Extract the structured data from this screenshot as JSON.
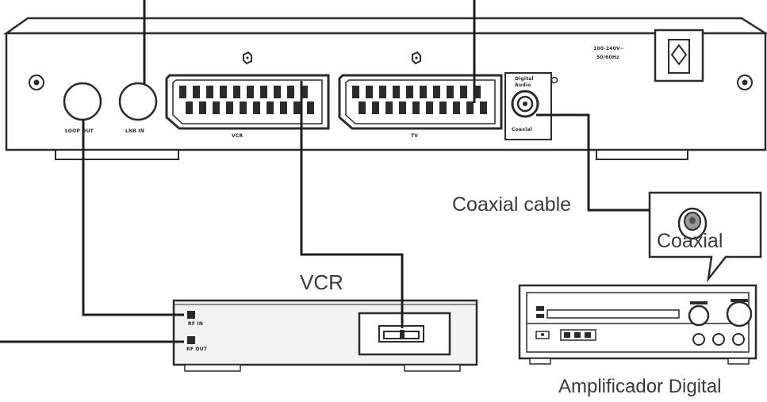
{
  "receiver": {
    "power_rating": "100-240V~",
    "frequency": "50/60Hz",
    "loop_out_label": "LOOP OUT",
    "lnb_in_label": "LNB IN",
    "vcr_scart_label": "VCR",
    "tv_scart_label": "TV",
    "coaxial_port_line1": "Digital",
    "coaxial_port_line2": "Audio",
    "coaxial_port_bottom": "Coaxial"
  },
  "labels": {
    "coaxial_cable": "Coaxial cable",
    "coaxial_callout": "Coaxial",
    "vcr": "VCR",
    "amplifier": "Amplificador Digital"
  },
  "vcr_device": {
    "rf_in_label": "RF IN",
    "rf_out_label": "RF OUT"
  }
}
